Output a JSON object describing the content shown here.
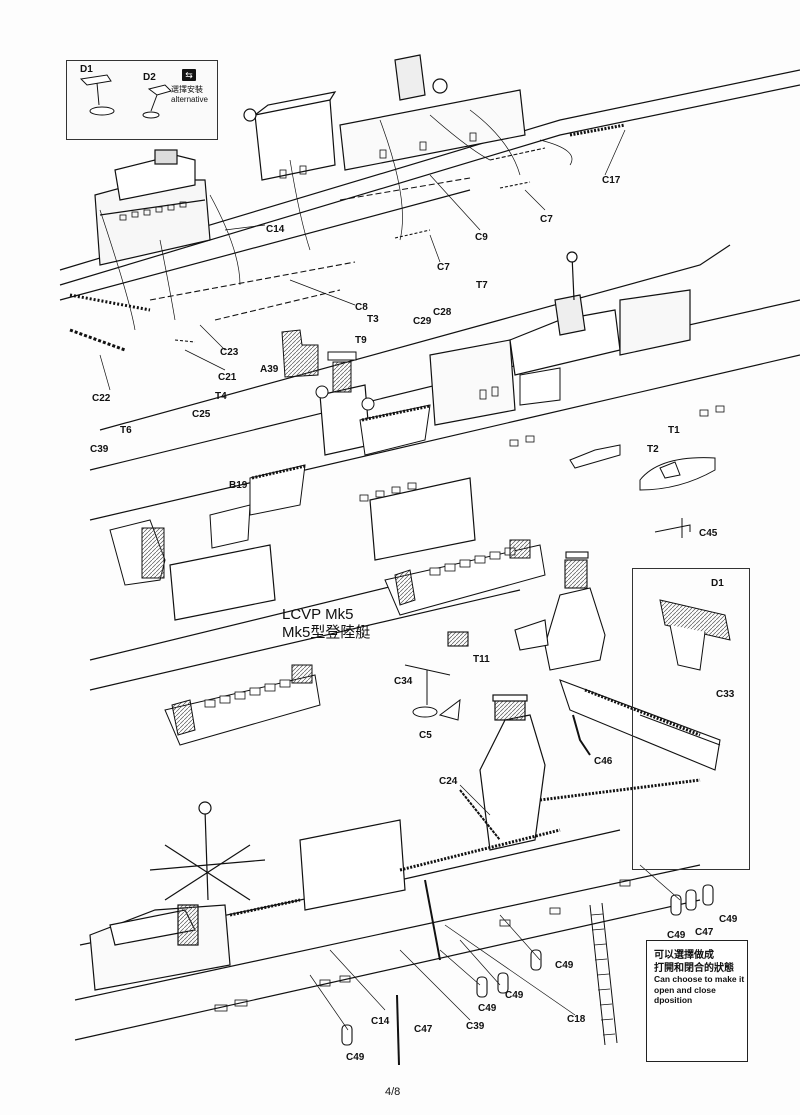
{
  "alternative_box": {
    "part_a": "D1",
    "part_b": "D2",
    "note_cn": "選擇安裝",
    "note_en": "alternative"
  },
  "callouts": {
    "c17": "C17",
    "c7a": "C7",
    "c9": "C9",
    "c14a": "C14",
    "c7b": "C7",
    "c8": "C8",
    "c23": "C23",
    "c21": "C21",
    "c22": "C22",
    "t7": "T7",
    "c28": "C28",
    "c29": "C29",
    "t3": "T3",
    "t9": "T9",
    "a39": "A39",
    "t4": "T4",
    "c25": "C25",
    "t6": "T6",
    "c39a": "C39",
    "b19": "B19",
    "t1": "T1",
    "t2": "T2",
    "c45": "C45",
    "d1": "D1",
    "c33": "C33",
    "t11": "T11",
    "c34": "C34",
    "c5": "C5",
    "c46": "C46",
    "c24": "C24",
    "c49a": "C49",
    "c47a": "C47",
    "c49b": "C49",
    "c49c": "C49",
    "c49d": "C49",
    "c49e": "C49",
    "c14b": "C14",
    "c47b": "C47",
    "c39b": "C39",
    "c18": "C18",
    "c49f": "C49"
  },
  "lcvp": {
    "title_en": "LCVP Mk5",
    "title_cn": "Mk5型登陸艇"
  },
  "choice_box": {
    "line1_cn": "可以選擇做成",
    "line2_cn": "打開和閉合的狀態",
    "line1_en": "Can choose to make it",
    "line2_en": "open and close dposition"
  },
  "page_number": "4/8",
  "colors": {
    "ink": "#111111",
    "paper": "#fdfdfd",
    "hatch": "#555555"
  }
}
